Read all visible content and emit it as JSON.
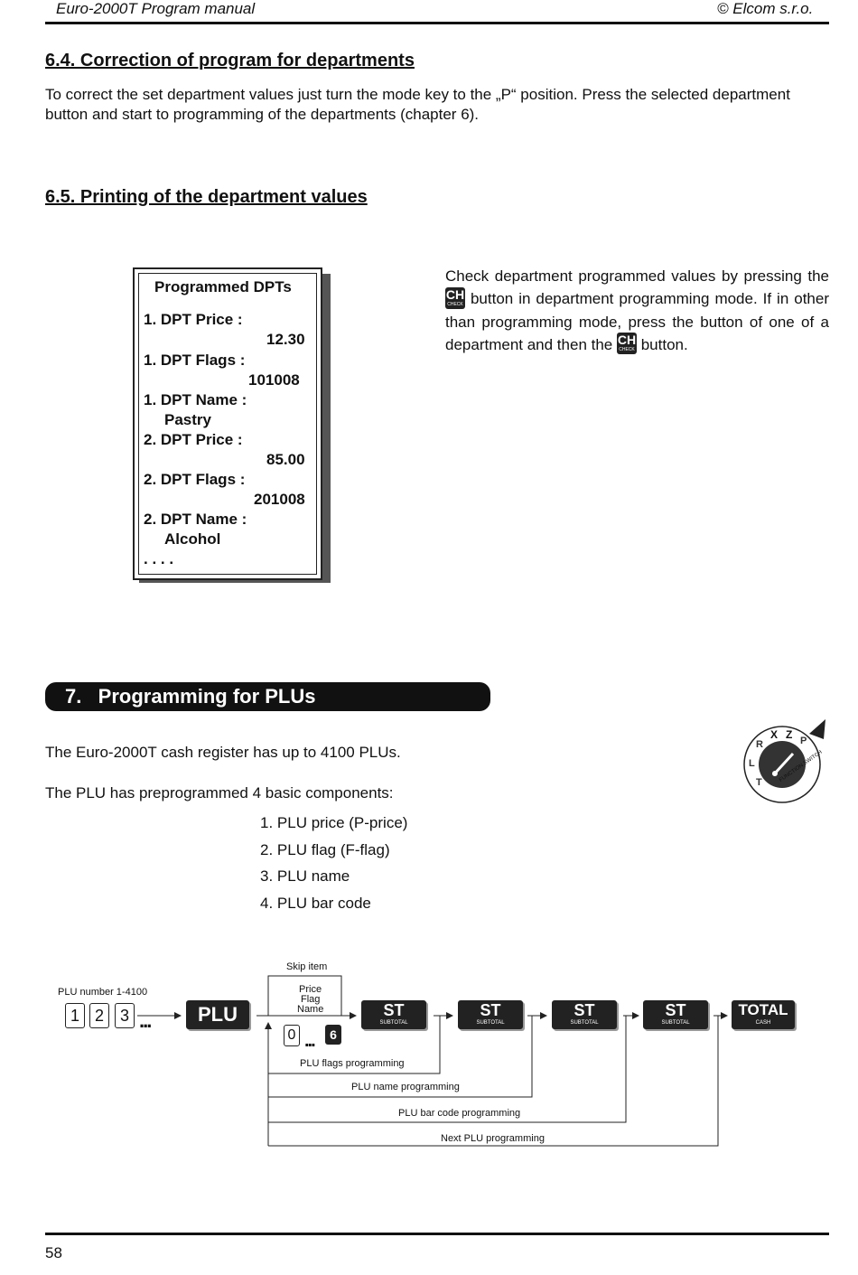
{
  "header": {
    "left": "Euro-2000T Program manual",
    "right": "© Elcom s.r.o."
  },
  "s64": {
    "title": "6.4.  Correction of program for departments",
    "body": "To correct the set department values just turn the mode key to the „P“ position. Press the selected department button and start to programming of the departments (chapter 6)."
  },
  "s65": {
    "title": "6.5.  Printing of the department values",
    "receipt": {
      "title": "Programmed DPTs",
      "l1": "1. DPT  Price :",
      "v1": "12.30",
      "l2": "1. DPT   Flags :",
      "v2": "101008",
      "l3": "1. DPT   Name :",
      "v3": "Pastry",
      "l4": "2. DPT  Price :",
      "v4": "85.00",
      "l5": "2. DPT   Flags :",
      "v5": "201008",
      "l6": "2. DPT   Name :",
      "v6": "Alcohol",
      "dots": ". . . ."
    },
    "desc": {
      "p1": "Check department programmed values by pressing the",
      "p2": "button in department programming mode. If in other than programming mode, press the button of one of a department and then the",
      "p3": "button."
    },
    "ch_key": {
      "label": "CH",
      "sub": "CHECK"
    }
  },
  "s7": {
    "title": "7.   Programming for PLUs",
    "intro1": "The Euro-2000T cash register has up to 4100 PLUs.",
    "intro2": "The PLU has preprogrammed 4 basic components:",
    "items": [
      "1. PLU price (P-price)",
      "2. PLU flag (F-flag)",
      "3. PLU name",
      "4. PLU bar code"
    ]
  },
  "switch": {
    "labels": [
      "R",
      "X",
      "Z",
      "P",
      "L",
      "T"
    ],
    "caption": "FUNCTION SWITCH"
  },
  "diagram": {
    "plu_number_label": "PLU number 1-4100",
    "digits": [
      "1",
      "2",
      "3"
    ],
    "ellipsis": "...",
    "plu_key": "PLU",
    "skip_item": "Skip item",
    "pfn": [
      "Price",
      "Flag",
      "Name"
    ],
    "flag_digits": [
      "0",
      "6"
    ],
    "st_key": "ST",
    "st_sub": "SUBTOTAL",
    "total_key": "TOTAL",
    "total_sub": "CASH",
    "loops": [
      "PLU flags programming",
      "PLU name programming",
      "PLU bar code programming",
      "Next PLU programming"
    ]
  },
  "footer": {
    "page": "58"
  }
}
